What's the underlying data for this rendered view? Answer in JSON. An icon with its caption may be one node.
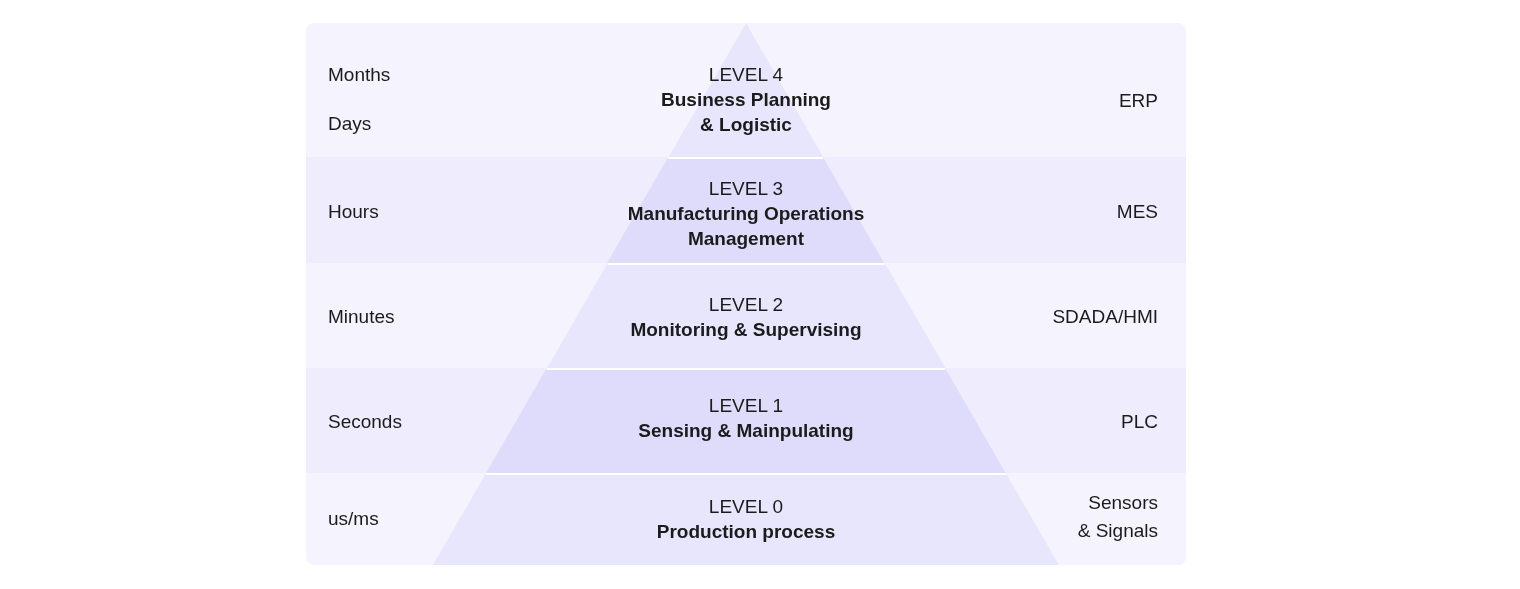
{
  "diagram": {
    "nodes": [
      {
        "text": [
          "Months",
          "Days",
          "ERP"
        ]
      },
      {
        "text": [
          "LEVEL 4",
          "Business Planning & Logistic"
        ],
        "in": 0
      },
      {
        "text": [
          "Hours",
          "MES"
        ]
      },
      {
        "text": [
          "LEVEL 3",
          "Manufacturing Operations Management"
        ],
        "in": 2
      },
      {
        "text": [
          "Minutes",
          "SDADA/HMI"
        ]
      },
      {
        "text": [
          "LEVEL 2",
          "Monitoring & Supervising"
        ],
        "in": 4
      },
      {
        "text": [
          "Seconds",
          "PLC"
        ]
      },
      {
        "text": [
          "LEVEL 1",
          "Sensing & Mainpulating"
        ],
        "in": 6
      },
      {
        "text": [
          "us/ms",
          "Sensors & Signals"
        ]
      },
      {
        "text": [
          "LEVEL 0",
          "Production process"
        ],
        "in": 8
      }
    ],
    "edges": []
  }
}
